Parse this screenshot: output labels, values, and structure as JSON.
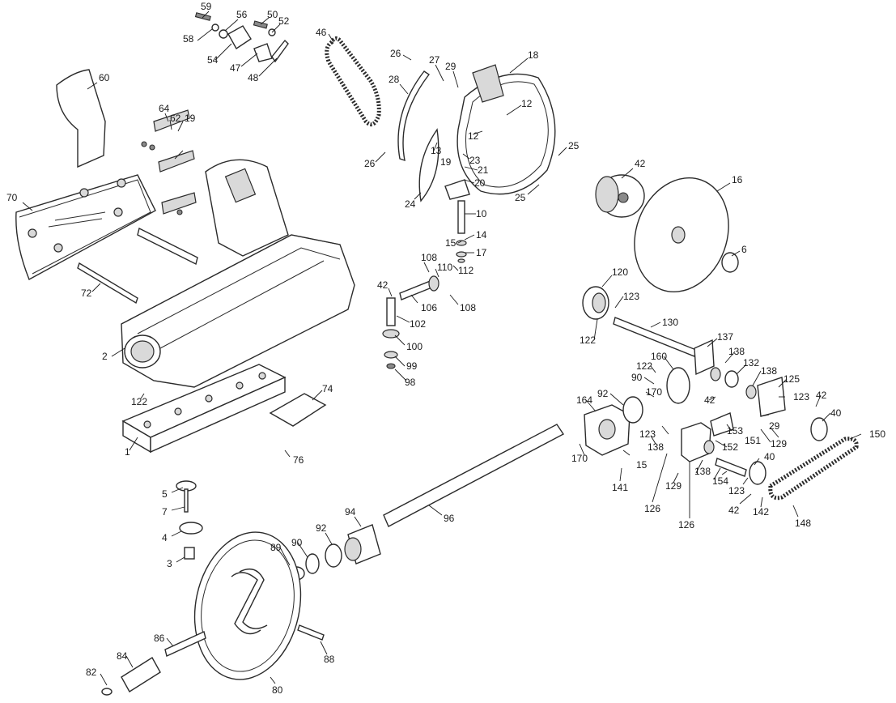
{
  "labels": [
    "59",
    "56",
    "50",
    "52",
    "58",
    "54",
    "47",
    "48",
    "46",
    "26",
    "27",
    "29",
    "18",
    "60",
    "28",
    "12",
    "64",
    "62",
    "19",
    "12",
    "13",
    "19",
    "23",
    "25",
    "26",
    "21",
    "20",
    "42",
    "16",
    "70",
    "24",
    "25",
    "10",
    "15",
    "14",
    "17",
    "108",
    "110",
    "112",
    "6",
    "42",
    "106",
    "108",
    "72",
    "102",
    "120",
    "123",
    "100",
    "130",
    "122",
    "137",
    "99",
    "98",
    "2",
    "160",
    "122",
    "138",
    "122",
    "90",
    "132",
    "138",
    "170",
    "125",
    "92",
    "42",
    "123",
    "42",
    "164",
    "29",
    "40",
    "153",
    "129",
    "151",
    "1",
    "74",
    "123",
    "152",
    "150",
    "170",
    "138",
    "15",
    "40",
    "76",
    "138",
    "129",
    "154",
    "123",
    "141",
    "126",
    "42",
    "142",
    "126",
    "148",
    "5",
    "94",
    "7",
    "96",
    "4",
    "92",
    "89",
    "90",
    "3",
    "86",
    "88",
    "84",
    "82",
    "80"
  ]
}
